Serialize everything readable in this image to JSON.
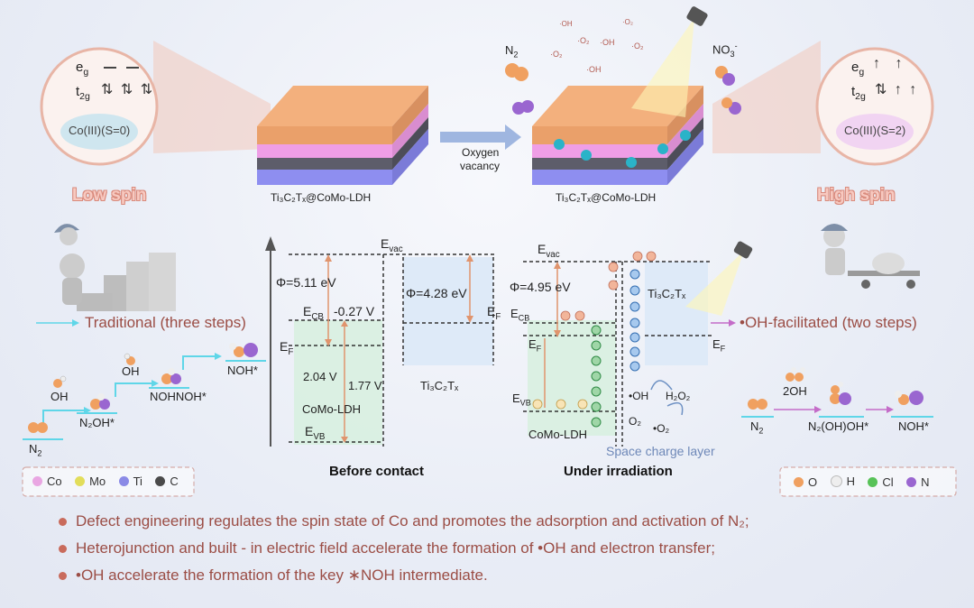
{
  "colors": {
    "accent_red": "#b0524a",
    "cyan_arrow": "#5fd6e8",
    "magenta_arrow": "#c46cc8",
    "orange_arrow": "#e7a88a",
    "co": "#e9a6e2",
    "mo": "#e2dd5a",
    "ti": "#8a8ae6",
    "c": "#4a4a4a",
    "o": "#f0a060",
    "h": "#eeeeee",
    "cl": "#57c257",
    "n": "#9a66d0"
  },
  "left_circle": {
    "eg": "e",
    "eg_sub": "g",
    "t2g": "t",
    "t2g_sub": "2g",
    "state": "Co(III)(S=0)",
    "label": "Low spin"
  },
  "right_circle": {
    "eg": "e",
    "eg_sub": "g",
    "t2g": "t",
    "t2g_sub": "2g",
    "state": "Co(III)(S=2)",
    "label": "High spin"
  },
  "top": {
    "left_material": "Ti₃C₂Tₓ@CoMo-LDH",
    "right_material": "Ti₃C₂Tₓ@CoMo-LDH",
    "arrow_label_1": "Oxygen",
    "arrow_label_2": "vacancy",
    "n2": "N",
    "n2_sub": "2",
    "no3": "NO",
    "no3_sub": "3",
    "no3_sup": "-",
    "bubbles": [
      "·O₂",
      "·OH",
      "·O₂",
      "·O₂",
      "·OH",
      "·OH",
      "·O₂"
    ]
  },
  "left_path": {
    "traditional": "Traditional (three steps)",
    "n2": "N",
    "n2_sub": "2",
    "oh1": "OH",
    "n2oh": "N₂OH*",
    "oh2": "OH",
    "nohnoh": "NOHNOH*",
    "noh": "NOH*"
  },
  "right_path": {
    "facilitated": "•OH-facilitated (two steps)",
    "n2": "N",
    "n2_sub": "2",
    "twooh": "2OH",
    "n2ohoh": "N₂(OH)OH*",
    "noh": "NOH*"
  },
  "before_contact": {
    "title": "Before contact",
    "evac": "E",
    "evac_sub": "vac",
    "phi1": "Φ=5.11 eV",
    "ecb": "E",
    "ecb_sub": "CB",
    "ecb_val": "-0.27 V",
    "ef": "E",
    "ef_sub": "F",
    "v1": "2.04 V",
    "v2": "1.77 V",
    "como": "CoMo-LDH",
    "evb": "E",
    "evb_sub": "VB",
    "phi2": "Φ=4.28 eV",
    "ef2": "E",
    "ef2_sub": "F",
    "ti3c2tx": "Ti₃C₂Tₓ"
  },
  "irradiation": {
    "title": "Under irradiation",
    "evac": "E",
    "evac_sub": "vac",
    "phi": "Φ=4.95 eV",
    "ecb": "E",
    "ecb_sub": "CB",
    "ef": "E",
    "ef_sub": "F",
    "evb": "E",
    "evb_sub": "VB",
    "como": "CoMo-LDH",
    "ti3c2tx": "Ti₃C₂Tₓ",
    "ef2": "E",
    "ef2_sub": "F",
    "oh": "•OH",
    "h2o2": "H₂O₂",
    "o2": "O₂",
    "o2rad": "•O₂",
    "space_charge": "Space charge layer"
  },
  "legend_left": [
    {
      "label": "Co",
      "color": "#e9a6e2"
    },
    {
      "label": "Mo",
      "color": "#e2dd5a"
    },
    {
      "label": "Ti",
      "color": "#8a8ae6"
    },
    {
      "label": "C",
      "color": "#4a4a4a"
    }
  ],
  "legend_right": [
    {
      "label": "O",
      "color": "#f0a060"
    },
    {
      "label": "H",
      "color": "#eeeeee"
    },
    {
      "label": "Cl",
      "color": "#57c257"
    },
    {
      "label": "N",
      "color": "#9a66d0"
    }
  ],
  "bullets": [
    "Defect engineering regulates the spin state of Co and promotes the adsorption and activation of N₂;",
    "Heterojunction and built - in electric field accelerate the formation of •OH and electron transfer;",
    "•OH accelerate the formation of the key ∗NOH intermediate."
  ]
}
